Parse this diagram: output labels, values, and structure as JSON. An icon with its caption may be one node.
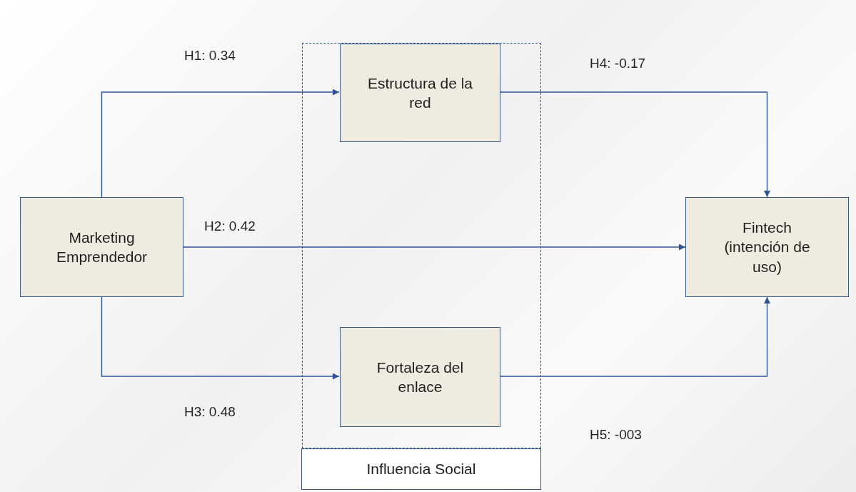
{
  "diagram": {
    "nodes": [
      {
        "text": [
          "Marketing Emprendedor"
        ]
      },
      {
        "text": [],
        "shape": "box"
      },
      {
        "text": [
          "Estructura de la red"
        ],
        "in": 1
      },
      {
        "text": [
          "Fortaleza del enlace"
        ],
        "in": 1
      },
      {
        "text": [
          "Influencia Social"
        ]
      },
      {
        "text": [
          "Fintech (intención de uso)"
        ]
      }
    ],
    "edges": [
      {
        "from": 0,
        "to": 2,
        "arrow": "to",
        "label": "H1: 0.34"
      },
      {
        "from": 0,
        "to": 5,
        "arrow": "to",
        "label": "H2: 0.42"
      },
      {
        "from": 0,
        "to": 3,
        "arrow": "to",
        "label": "H3: 0.48"
      },
      {
        "from": 2,
        "to": 5,
        "arrow": "to",
        "label": "H4: -0.17"
      },
      {
        "from": 3,
        "to": 5,
        "arrow": "to",
        "label": "H5: -003"
      }
    ]
  }
}
